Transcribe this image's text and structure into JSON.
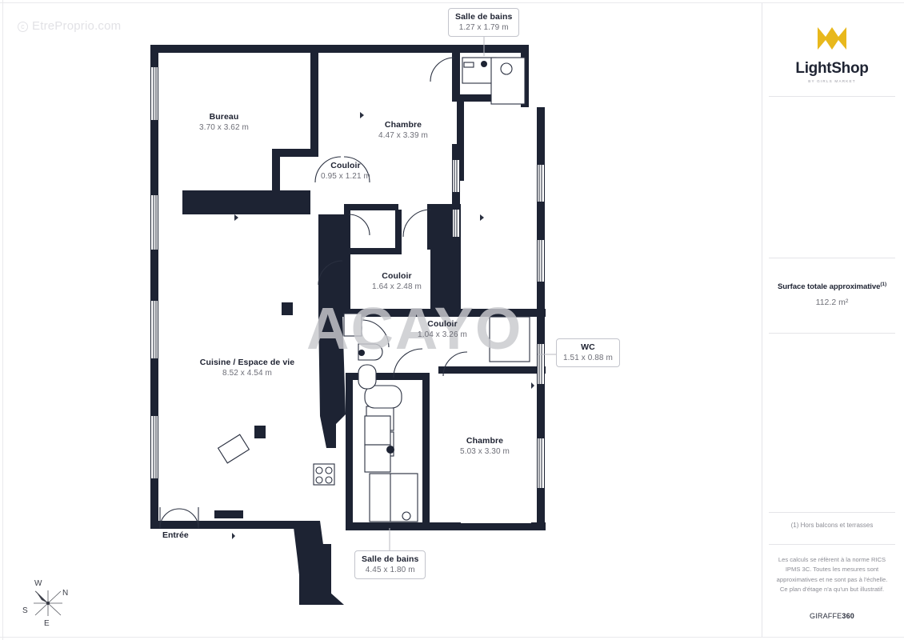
{
  "watermarks": {
    "provider": "EtreProprio.com",
    "provider_symbol": "c",
    "overlay": "ACAYO"
  },
  "right_panel": {
    "logo": {
      "name": "LightShop",
      "subtitle": "BY GIRLS MARKET",
      "mark_color": "#e8b81c"
    },
    "surface": {
      "title": "Surface totale approximative",
      "footnote_marker": "(1)",
      "value": "112.2 m²"
    },
    "footnote": "(1) Hors balcons et terrasses",
    "disclaimer": "Les calculs se réfèrent à la norme RICS IPMS 3C. Toutes les mesures sont approximatives et ne sont pas à l'échelle. Ce plan d'étage n'a qu'un but illustratif.",
    "brand_prefix": "GIRAFFE",
    "brand_suffix": "360"
  },
  "compass": {
    "north": "N",
    "south": "S",
    "east": "E",
    "west": "W"
  },
  "plan": {
    "entrance_label": "Entrée",
    "wall_color": "#1d2333",
    "fixture_color": "#2a3040",
    "rooms": [
      {
        "id": "salle-de-bains-haut",
        "name": "Salle de bains",
        "dimensions": "1.27 x 1.79 m",
        "boxed": true
      },
      {
        "id": "bureau",
        "name": "Bureau",
        "dimensions": "3.70 x 3.62 m",
        "boxed": false
      },
      {
        "id": "chambre-haut",
        "name": "Chambre",
        "dimensions": "4.47 x 3.39 m",
        "boxed": false
      },
      {
        "id": "couloir-1",
        "name": "Couloir",
        "dimensions": "0.95 x 1.21 m",
        "boxed": false
      },
      {
        "id": "couloir-2",
        "name": "Couloir",
        "dimensions": "1.64 x 2.48 m",
        "boxed": false
      },
      {
        "id": "couloir-3",
        "name": "Couloir",
        "dimensions": "1.04 x 3.26 m",
        "boxed": false
      },
      {
        "id": "wc",
        "name": "WC",
        "dimensions": "1.51 x 0.88 m",
        "boxed": true
      },
      {
        "id": "cuisine",
        "name": "Cuisine / Espace de vie",
        "dimensions": "8.52 x 4.54 m",
        "boxed": false
      },
      {
        "id": "chambre-bas",
        "name": "Chambre",
        "dimensions": "5.03 x 3.30 m",
        "boxed": false
      },
      {
        "id": "salle-de-bains-bas",
        "name": "Salle de bains",
        "dimensions": "4.45 x 1.80 m",
        "boxed": true
      }
    ]
  }
}
